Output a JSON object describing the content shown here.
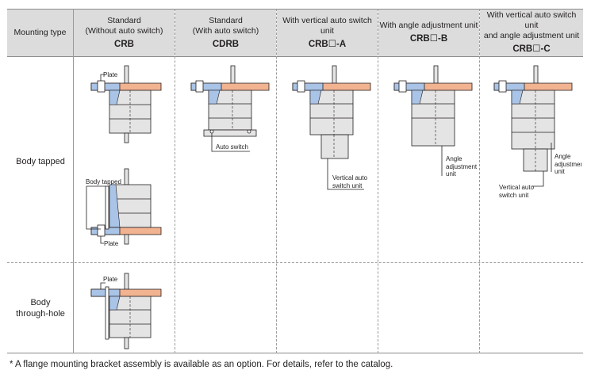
{
  "header": {
    "mounting_type": "Mounting type",
    "columns": [
      {
        "line1": "Standard",
        "line2": "(Without auto switch)",
        "model": "CRB"
      },
      {
        "line1": "Standard",
        "line2": "(With auto switch)",
        "model": "CDRB"
      },
      {
        "line1": "With vertical auto switch unit",
        "line2": "",
        "model": "CRB☐-A"
      },
      {
        "line1": "With angle adjustment unit",
        "line2": "",
        "model": "CRB☐-B"
      },
      {
        "line1": "With vertical auto switch unit",
        "line2": "and angle adjustment unit",
        "model": "CRB☐-C"
      }
    ]
  },
  "rows": {
    "body_tapped": "Body tapped",
    "body_through_hole_1": "Body",
    "body_through_hole_2": "through-hole"
  },
  "labels": {
    "plate": "Plate",
    "body_tapped": "Body tapped",
    "auto_switch": "Auto switch",
    "vertical_auto_1": "Vertical auto",
    "vertical_auto_2": "switch unit",
    "angle_1": "Angle",
    "angle_2": "adjustment",
    "angle_3": "unit",
    "angle_short_2": "adjustment",
    "angle_short_3": "unit"
  },
  "colors": {
    "header_bg": "#dcdcdc",
    "plate_orange": "#f2b391",
    "plate_blue": "#a9c4e6",
    "body_gray": "#e4e4e4",
    "outline": "#231f20"
  },
  "footnote": " A flange mounting bracket assembly is available as an option. For details, refer to the catalog.",
  "footnote_mark": "*"
}
